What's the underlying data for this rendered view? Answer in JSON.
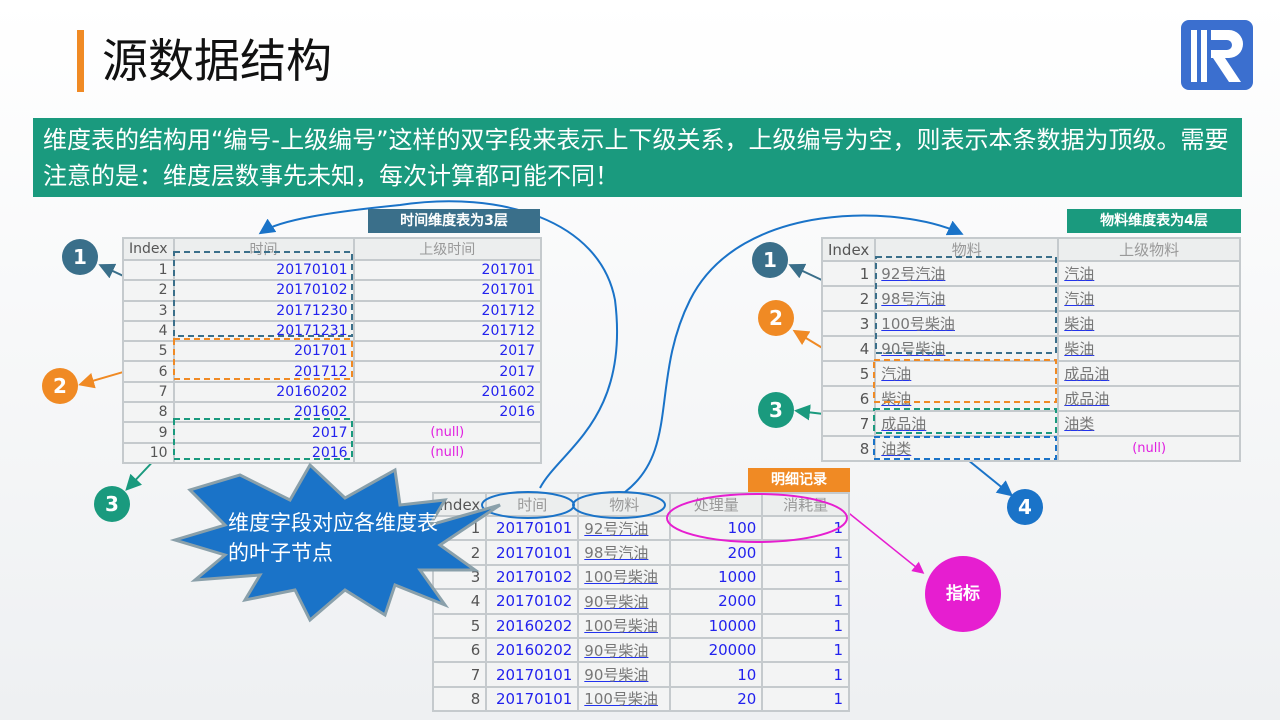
{
  "title": "源数据结构",
  "banner": "维度表的结构用“编号-上级编号”这样的双字段来表示上下级关系，上级编号为空，则表示本条数据为顶级。需要注意的是：维度层数事先未知，每次计算都可能不同！",
  "colors": {
    "teal": "#1a9a7e",
    "slate": "#3a6f8a",
    "orange": "#f08a24",
    "blue": "#1a73c8",
    "magenta": "#e61ed0"
  },
  "time_table": {
    "tag": "时间维度表为3层",
    "headers": [
      "Index",
      "时间",
      "上级时间"
    ],
    "rows": [
      [
        "1",
        "20170101",
        "201701"
      ],
      [
        "2",
        "20170102",
        "201701"
      ],
      [
        "3",
        "20171230",
        "201712"
      ],
      [
        "4",
        "20171231",
        "201712"
      ],
      [
        "5",
        "201701",
        "2017"
      ],
      [
        "6",
        "201712",
        "2017"
      ],
      [
        "7",
        "20160202",
        "201602"
      ],
      [
        "8",
        "201602",
        "2016"
      ],
      [
        "9",
        "2017",
        "(null)"
      ],
      [
        "10",
        "2016",
        "(null)"
      ]
    ]
  },
  "material_table": {
    "tag": "物料维度表为4层",
    "headers": [
      "Index",
      "物料",
      "上级物料"
    ],
    "rows": [
      [
        "1",
        "92号汽油",
        "汽油"
      ],
      [
        "2",
        "98号汽油",
        "汽油"
      ],
      [
        "3",
        "100号柴油",
        "柴油"
      ],
      [
        "4",
        "90号柴油",
        "柴油"
      ],
      [
        "5",
        "汽油",
        "成品油"
      ],
      [
        "6",
        "柴油",
        "成品油"
      ],
      [
        "7",
        "成品油",
        "油类"
      ],
      [
        "8",
        "油类",
        "(null)"
      ]
    ]
  },
  "detail_table": {
    "tag": "明细记录",
    "headers": [
      "Index",
      "时间",
      "物料",
      "处理量",
      "消耗量"
    ],
    "rows": [
      [
        "1",
        "20170101",
        "92号汽油",
        "100",
        "1"
      ],
      [
        "2",
        "20170101",
        "98号汽油",
        "200",
        "1"
      ],
      [
        "3",
        "20170102",
        "100号柴油",
        "1000",
        "1"
      ],
      [
        "4",
        "20170102",
        "90号柴油",
        "2000",
        "1"
      ],
      [
        "5",
        "20160202",
        "100号柴油",
        "10000",
        "1"
      ],
      [
        "6",
        "20160202",
        "90号柴油",
        "20000",
        "1"
      ],
      [
        "7",
        "20170101",
        "90号柴油",
        "10",
        "1"
      ],
      [
        "8",
        "20170101",
        "100号柴油",
        "20",
        "1"
      ]
    ]
  },
  "callout": "维度字段对应各维度表的叶子节点",
  "indicator": "指标",
  "markers": {
    "l1": "1",
    "l2": "2",
    "l3": "3",
    "r1": "1",
    "r2": "2",
    "r3": "3",
    "r4": "4"
  }
}
